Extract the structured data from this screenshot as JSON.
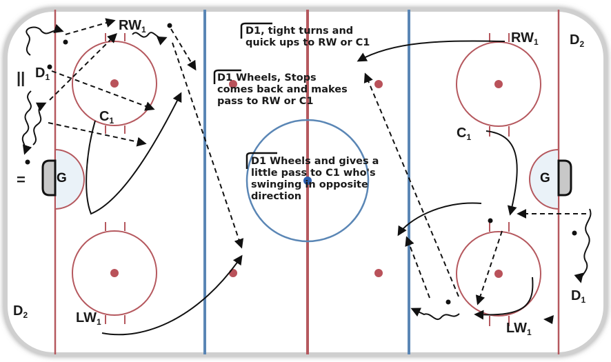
{
  "diagram": {
    "type": "hockey-drill",
    "colors": {
      "board": "#c9c9c9",
      "ice": "#ffffff",
      "red_line": "#b5585e",
      "blue_line": "#5a86b5",
      "faceoff": "#b5585e",
      "dot": "#b9525a",
      "crease_fill": "#eaf2f8",
      "net_fill": "#c8c8c8",
      "center_dot": "#2b5fae",
      "ink": "#111111"
    },
    "notes": [
      {
        "id": "note-1",
        "text": "D1, tight turns and\nquick ups to RW or C1"
      },
      {
        "id": "note-2",
        "text": "D1 Wheels, Stops\ncomes back and makes\npass to RW or C1"
      },
      {
        "id": "note-3",
        "text": "D1 Wheels and gives a\nlittle pass to C1 who's\nswinging in opposite\ndirection"
      }
    ],
    "players": {
      "left": {
        "rw": {
          "name": "RW",
          "sub": "1"
        },
        "d1": {
          "name": "D",
          "sub": "1"
        },
        "c1": {
          "name": "C",
          "sub": "1"
        },
        "lw": {
          "name": "LW",
          "sub": "1"
        },
        "d2": {
          "name": "D",
          "sub": "2"
        },
        "goalie": "G",
        "bench_marks": [
          "||",
          "="
        ]
      },
      "right": {
        "rw": {
          "name": "RW",
          "sub": "1"
        },
        "d2": {
          "name": "D",
          "sub": "2"
        },
        "c1": {
          "name": "C",
          "sub": "1"
        },
        "lw": {
          "name": "LW",
          "sub": "1"
        },
        "d1": {
          "name": "D",
          "sub": "1"
        },
        "goalie": "G"
      }
    }
  }
}
